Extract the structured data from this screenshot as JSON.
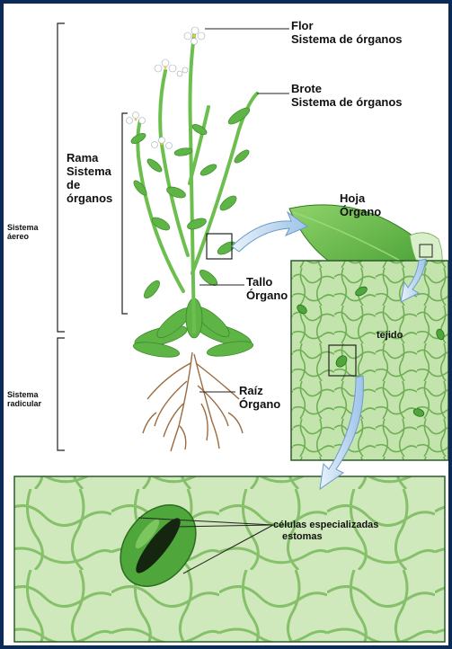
{
  "labels": {
    "flower": {
      "line1": "Flor",
      "line2": "Sistema de órganos"
    },
    "bud": {
      "line1": "Brote",
      "line2": "Sistema de órganos"
    },
    "branch": {
      "line1": "Rama",
      "line2": "Sistema",
      "line3": "de",
      "line4": "órganos"
    },
    "shoot_system": {
      "line1": "Sistema",
      "line2": "áereo"
    },
    "root_system": {
      "line1": "Sistema",
      "line2": "radicular"
    },
    "leaf": {
      "line1": "Hoja",
      "line2": "Órgano"
    },
    "stem": {
      "line1": "Tallo",
      "line2": "Órgano"
    },
    "root": {
      "line1": "Raíz",
      "line2": "Órgano"
    },
    "tissue": "tejido",
    "specialized_cells": {
      "line1": "células especializadas",
      "line2": "estomas"
    }
  },
  "colors": {
    "frame_border": "#0b2a57",
    "leaf_green": "#5fb446",
    "tissue_green": "#b6dc9c",
    "arrow_blue": "#9ec3e8",
    "root_brown": "#9c6b3f"
  }
}
